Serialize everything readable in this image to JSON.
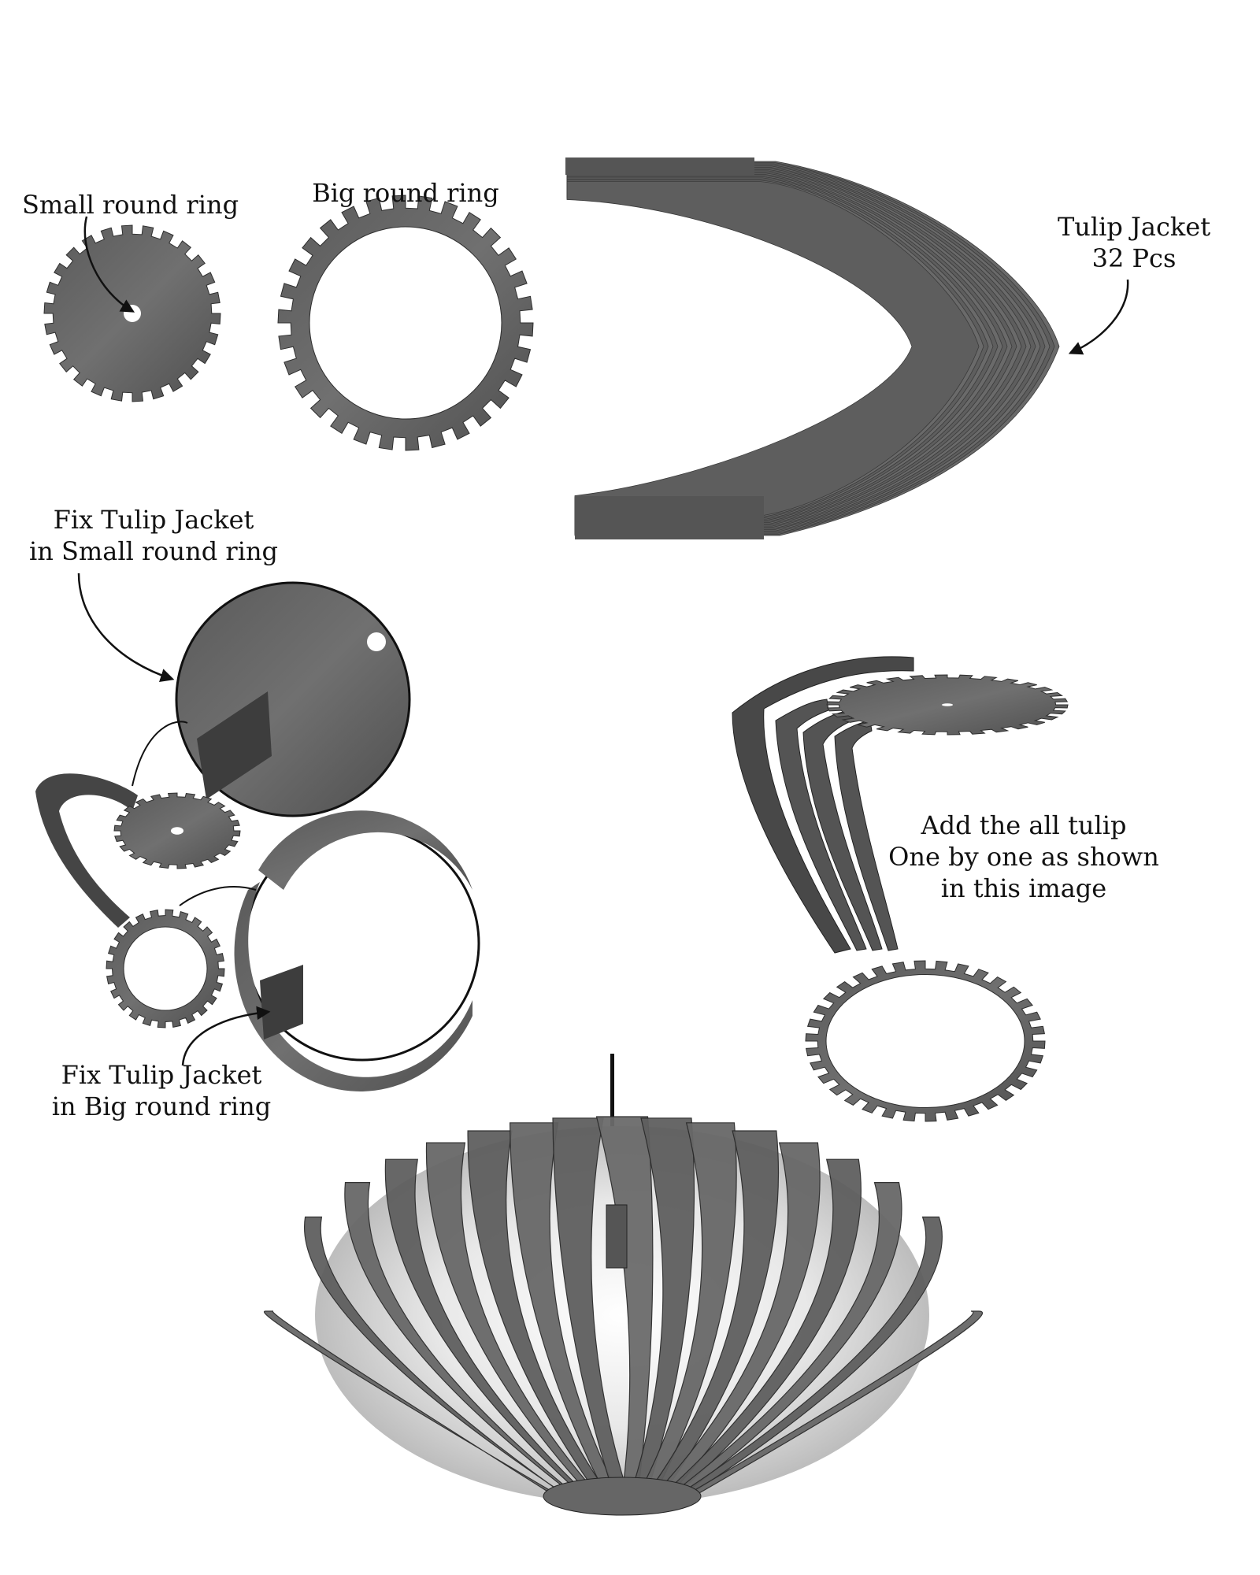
{
  "labels": {
    "small_ring": "Small round ring",
    "big_ring": "Big round ring",
    "tulip_jacket": {
      "line1": "Tulip Jacket",
      "line2": "32 Pcs"
    },
    "fix_small": {
      "line1": "Fix Tulip Jacket",
      "line2": "in Small round ring"
    },
    "fix_big": {
      "line1": "Fix Tulip Jacket",
      "line2": "in Big round ring"
    },
    "add_all": {
      "line1": "Add the all tulip",
      "line2": "One by one as shown",
      "line3": "in this image"
    }
  },
  "colors": {
    "wood_dark": "#4a4a4a",
    "wood_mid": "#6b6b6b",
    "wood_light": "#8c8c8c",
    "outline": "#111111",
    "background": "#ffffff"
  }
}
